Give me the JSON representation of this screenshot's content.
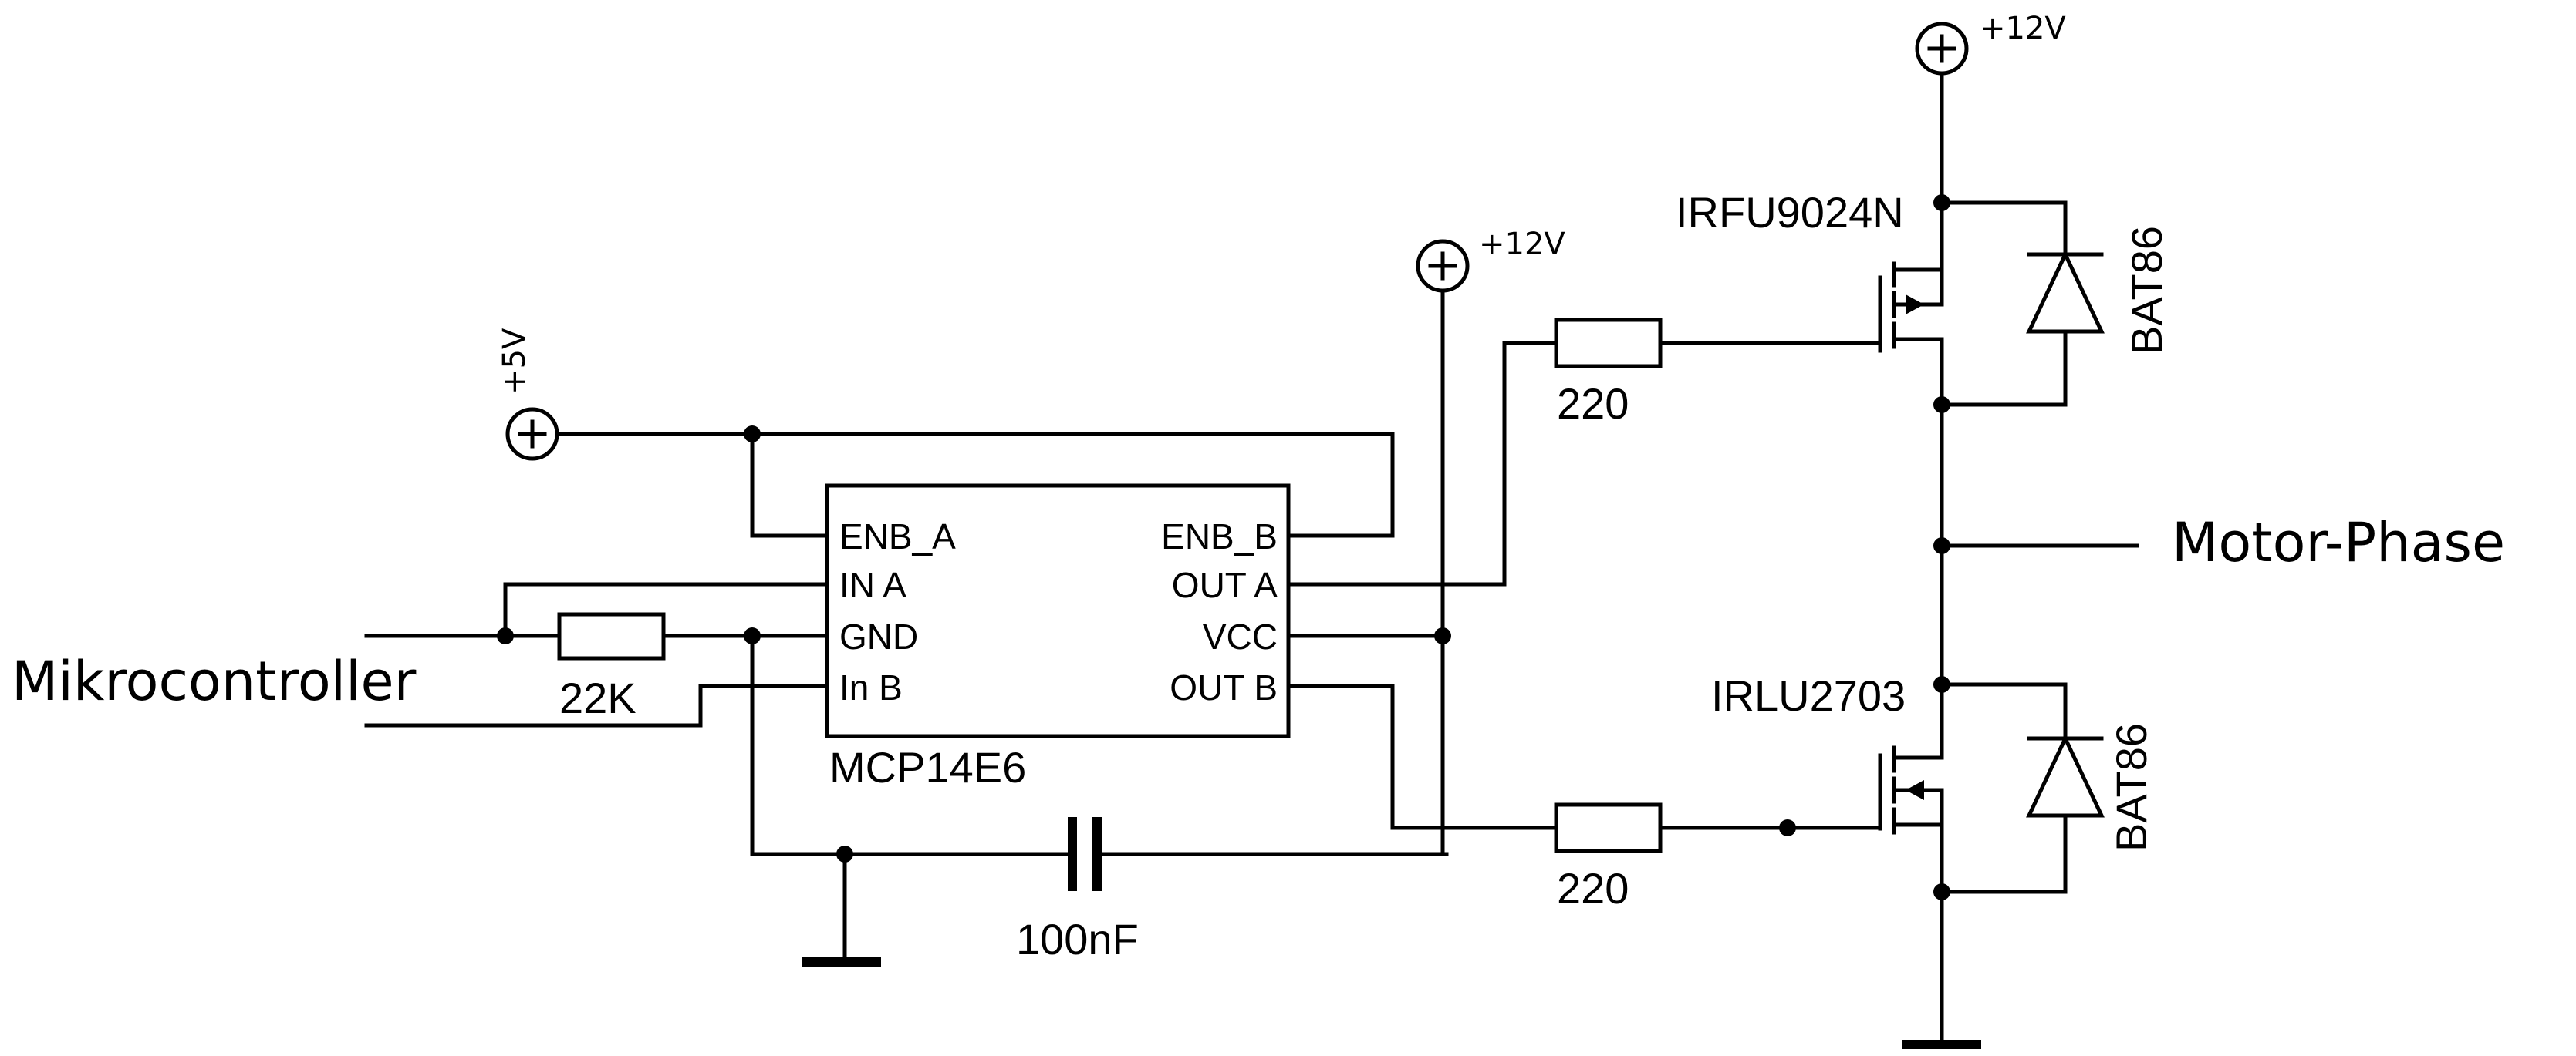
{
  "labels": {
    "mcu": "Mikrocontroller",
    "motor_phase": "Motor-Phase",
    "ic": {
      "name": "MCP14E6",
      "pins_left": [
        "ENB_A",
        "IN A",
        "GND",
        "In B"
      ],
      "pins_right": [
        "ENB_B",
        "OUT A",
        "VCC",
        "OUT B"
      ]
    },
    "r_pulldown": "22K",
    "r_gate_a": "220",
    "r_gate_b": "220",
    "capacitor": "100nF",
    "supply_5v": "+5V",
    "supply_12v_driver": "+12V",
    "supply_12v_top": "+12V",
    "mosfet_high": "IRFU9024N",
    "mosfet_low": "IRLU2703",
    "diode_high": "BAT86",
    "diode_low": "BAT86"
  }
}
